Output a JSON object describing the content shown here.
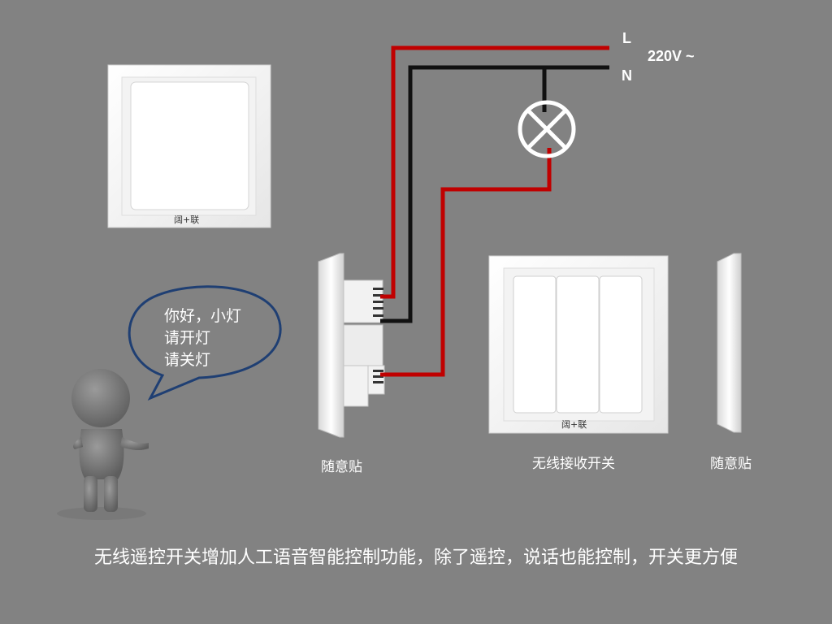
{
  "wiring": {
    "L_label": "L",
    "N_label": "N",
    "voltage_label": "220V ~",
    "live_color": "#c00000",
    "neutral_color": "#111111"
  },
  "panels": {
    "top_left_brand": "阔+联",
    "receiver_brand": "阔+联"
  },
  "speech_bubble": {
    "lines": [
      "你好，小灯",
      "请开灯",
      "请关灯"
    ],
    "outline_color": "#1f3f73"
  },
  "labels": {
    "left_side_switch": "随意贴",
    "receiver_switch": "无线接收开关",
    "right_side_switch": "随意贴"
  },
  "caption": "无线遥控开关增加人工语音智能控制功能，除了遥控，说话也能控制，开关更方便"
}
